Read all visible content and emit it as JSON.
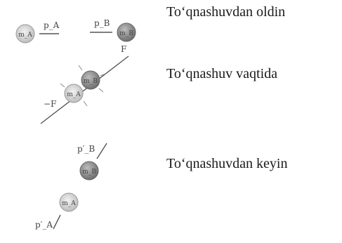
{
  "captions": {
    "before": "To‘qnashuvdan oldin",
    "during": "To‘qnashuv vaqtida",
    "after": "To‘qnashuvdan keyin"
  },
  "labels": {
    "mass_a": "m_A",
    "mass_b": "m_B",
    "momentum_a": "p_A",
    "momentum_b": "p_B",
    "force": "F",
    "neg_force": "−F",
    "momentum_a_after": "p′_A",
    "momentum_b_after": "p′_B"
  },
  "colors": {
    "ball_a": "#d9d9d9",
    "ball_b": "#8c8c8c",
    "line": "#555555"
  }
}
